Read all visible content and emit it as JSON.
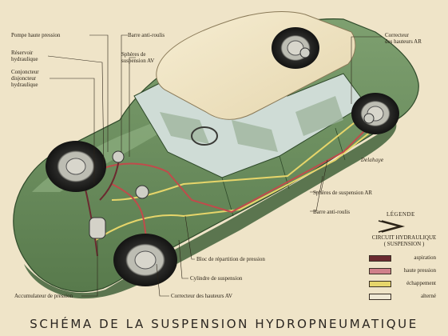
{
  "labels": {
    "pompe": "Pompe haute pression",
    "reservoir": "Réservoir\nhydraulique",
    "conjoncteur": "Conjoncteur\ndisjoncteur\nhydraulique",
    "barre_av": "Barre anti-roulis",
    "spheres_av": "Sphères de\nsuspension AV",
    "correcteur_ar": "Correcteur\ndes hauteurs AR",
    "spheres_ar": "Sphères de suspension AR",
    "barre_ar": "Barre anti-roulis",
    "bloc": "Bloc de répartition de pression",
    "cylindre": "Cylindre de suspension",
    "accumulateur": "Accumulateur de pression",
    "correcteur_av": "Correcteur des hauteurs AV"
  },
  "legend": {
    "title": "LÉGENDE",
    "circuit": "CIRCUIT HYDRAULIQUE\n( SUSPENSION )",
    "items": [
      {
        "label": "aspiration",
        "color": "#6b2a30"
      },
      {
        "label": "haute pression",
        "color": "#d0808a"
      },
      {
        "label": "échappement",
        "color": "#e6d56a"
      },
      {
        "label": "alterné",
        "color": "#efe8d4"
      }
    ]
  },
  "title": "SCHÉMA DE LA SUSPENSION HYDROPNEUMATIQUE",
  "signature": "Delahaye"
}
